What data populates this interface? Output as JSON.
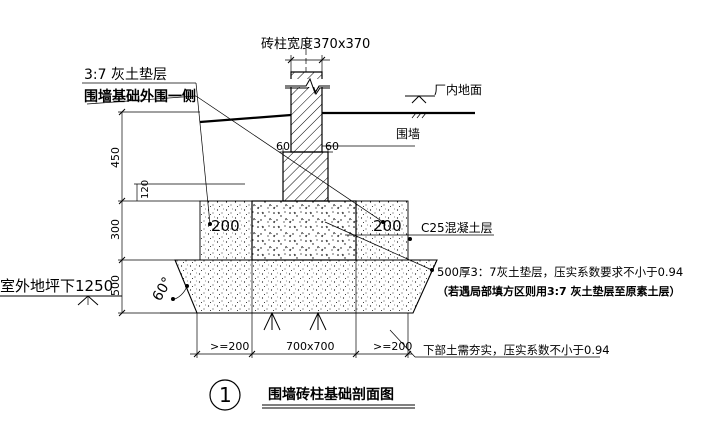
{
  "labels": {
    "column_width": "砖柱宽度370x370",
    "lime_soil_cushion": "3:7 灰土垫层",
    "wall_foundation_side": "围墙基础外围一侧",
    "indoor_ground": "厂内地面",
    "fence_wall": "围墙",
    "dim_60_left": "60",
    "dim_60_right": "60",
    "dim_450": "450",
    "dim_120": "120",
    "dim_300": "300",
    "dim_500": "500",
    "dim_200_left": "200",
    "dim_200_right": "200",
    "concrete_layer": "C25混凝土层",
    "outdoor_level": "室外地坪下1250",
    "angle_60": "60°",
    "cushion_note_1": "500厚3：7灰土垫层，压实系数要求不小于0.94",
    "cushion_note_2": "（若遇局部填方区则用3:7 灰土垫层至原素土层）",
    "dim_bottom_left": ">=200",
    "dim_bottom_mid": "700x700",
    "dim_bottom_right": ">=200",
    "subsoil_note": "下部土需夯实，压实系数不小于0.94",
    "detail_number": "1",
    "drawing_title": "围墙砖柱基础剖面图"
  }
}
